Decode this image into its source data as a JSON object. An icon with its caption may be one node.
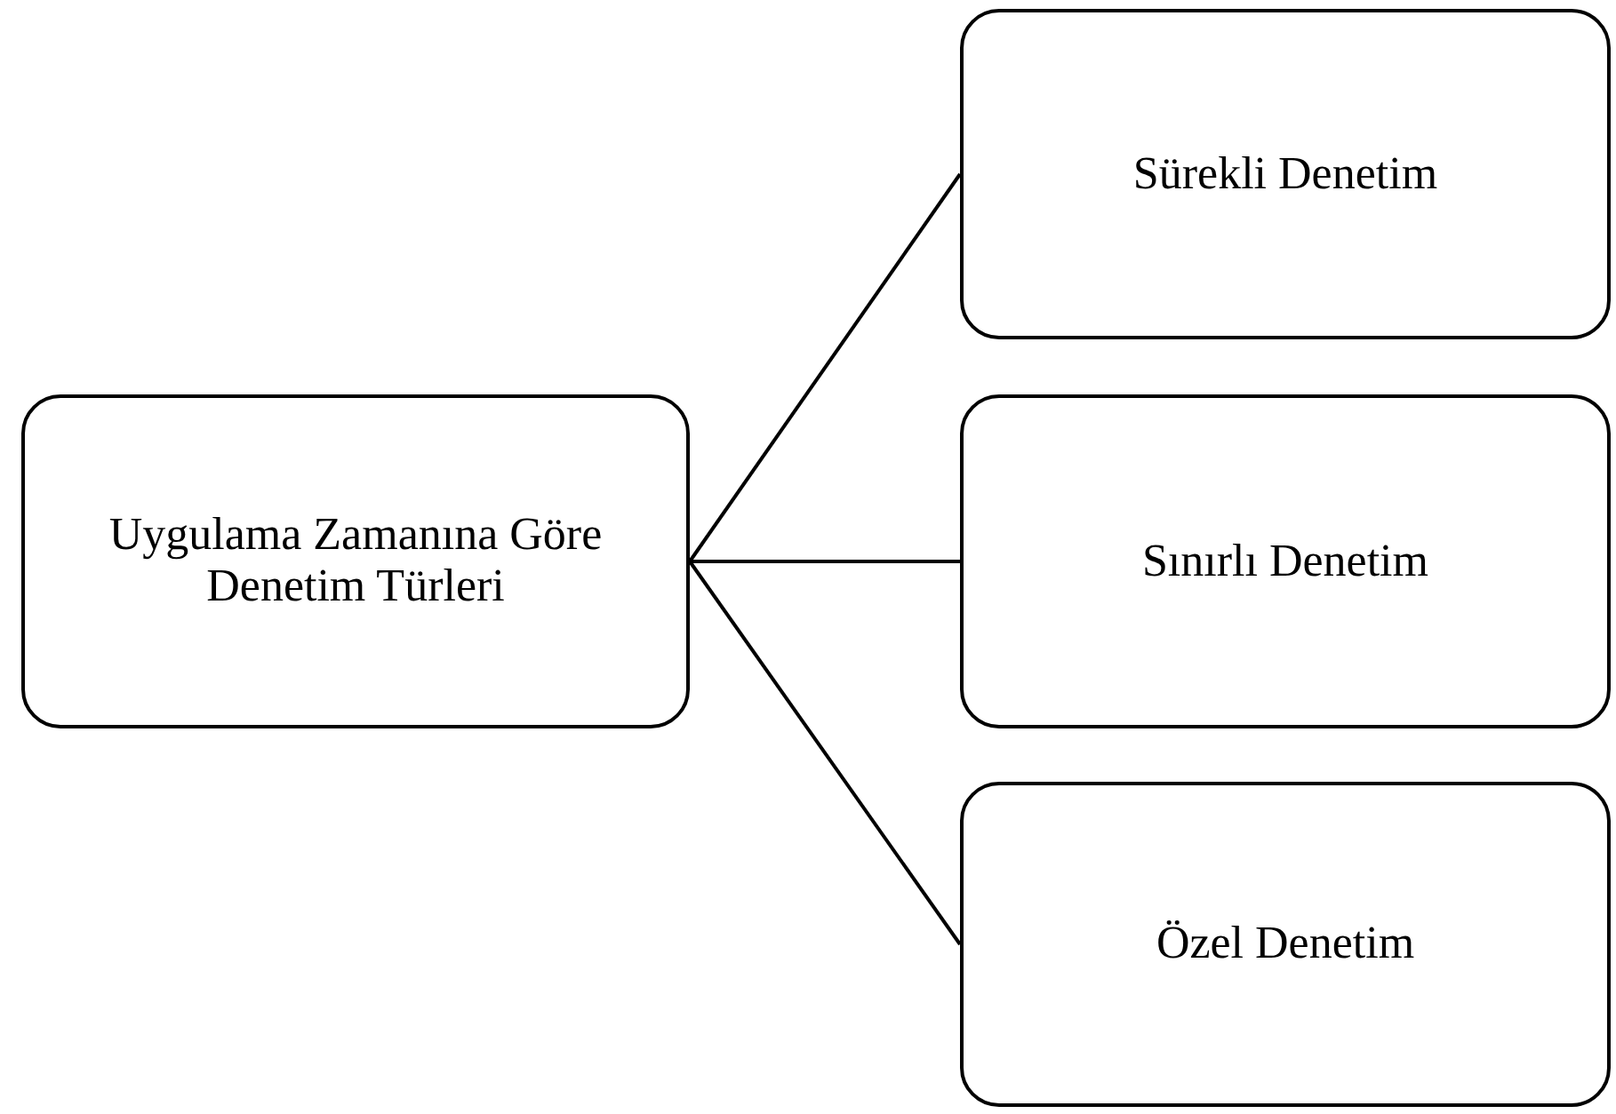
{
  "diagram": {
    "nodes": [
      {
        "text": [
          "Uygulama Zamanına Göre Denetim Türleri"
        ]
      },
      {
        "text": [
          "Sürekli Denetim"
        ]
      },
      {
        "text": [
          "Sınırlı Denetim"
        ]
      },
      {
        "text": [
          "Özel Denetim"
        ]
      }
    ],
    "edges": [
      {
        "from": 0,
        "to": 1,
        "arrow": "none"
      },
      {
        "from": 0,
        "to": 2,
        "arrow": "none"
      },
      {
        "from": 0,
        "to": 3,
        "arrow": "none"
      }
    ]
  }
}
